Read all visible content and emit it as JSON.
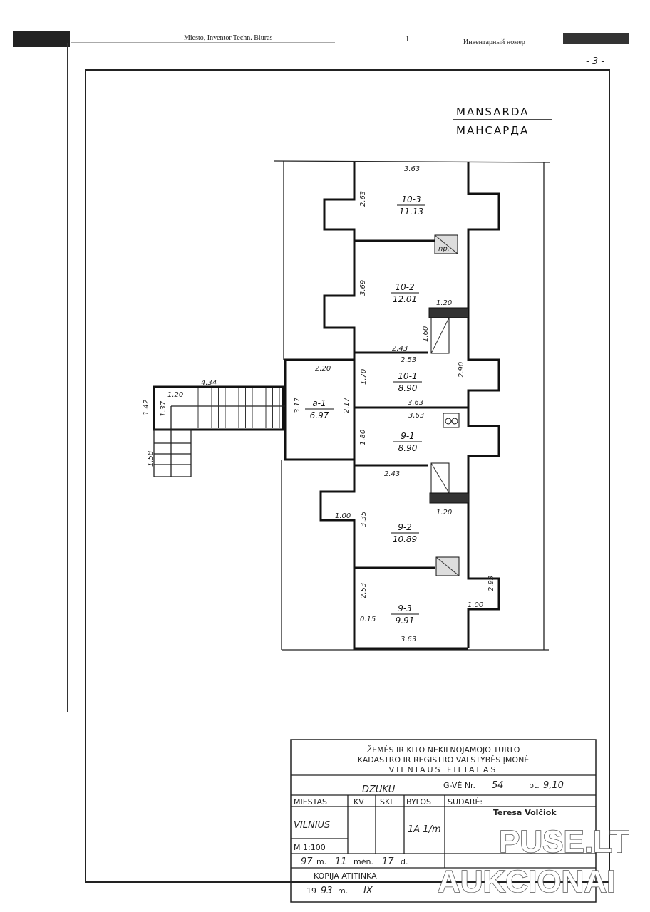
{
  "header": {
    "left_text": "Miesto, Inventor Techn. Biuras",
    "center_mark": "I",
    "right_text": "Инвентарный номер",
    "page_number": "- 3 -"
  },
  "plan": {
    "title_lt": "MANSARDA",
    "title_ru": "МАНСАРДА",
    "rooms": [
      {
        "id": "10-3",
        "area": "11.13"
      },
      {
        "id": "10-2",
        "area": "12.01"
      },
      {
        "id": "10-1",
        "area": "8.90"
      },
      {
        "id": "a-1",
        "area": "6.97"
      },
      {
        "id": "9-1",
        "area": "8.90"
      },
      {
        "id": "9-2",
        "area": "10.89"
      },
      {
        "id": "9-3",
        "area": "9.91"
      }
    ],
    "dimensions": [
      "3.63",
      "2.63",
      "np.",
      "3.69",
      "1.20",
      "1.60",
      "2.43",
      "2.53",
      "2.90",
      "2.20",
      "1.70",
      "3.63",
      "3.63",
      "2.17",
      "3.17",
      "4.34",
      "1.20",
      "1.37",
      "1.42",
      "1.58",
      "1.80",
      "2.43",
      "1.20",
      "1.00",
      "3.35",
      "2.53",
      "2.93",
      "1.00",
      "0.15",
      "3.63"
    ]
  },
  "title_block": {
    "org_line1": "ŽEMĖS IR KITO NEKILNOJAMOJO TURTO",
    "org_line2": "KADASTRO IR REGISTRO VALSTYBĖS ĮMONĖ",
    "org_line3": "VILNIAUS FILIALAS",
    "street": "DZŪKU",
    "gve_label": "G-VĖ Nr.",
    "gve_no": "54",
    "bt_label": "bt.",
    "bt_no": "9,10",
    "col_miestas": "MIESTAS",
    "col_kv": "KV",
    "col_sk": "SKL",
    "col_byla": "BYLOS",
    "col_sudare": "SUDARĖ:",
    "city": "VILNIUS",
    "code": "1A 1/m",
    "signer": "Teresa Volčiok",
    "scale": "M 1:100",
    "date_year": "97",
    "date_y_label": "m.",
    "date_month": "11",
    "date_m_label": "mėn.",
    "date_day": "17",
    "date_d_label": "d.",
    "copy_label": "KOPIJA ATITINKA",
    "copy_year_prefix": "19",
    "copy_year": "93",
    "copy_y_label": "m.",
    "copy_month": "IX"
  },
  "watermark": {
    "line1": "PUSE.LT",
    "line2": "AUKCIONAI"
  }
}
